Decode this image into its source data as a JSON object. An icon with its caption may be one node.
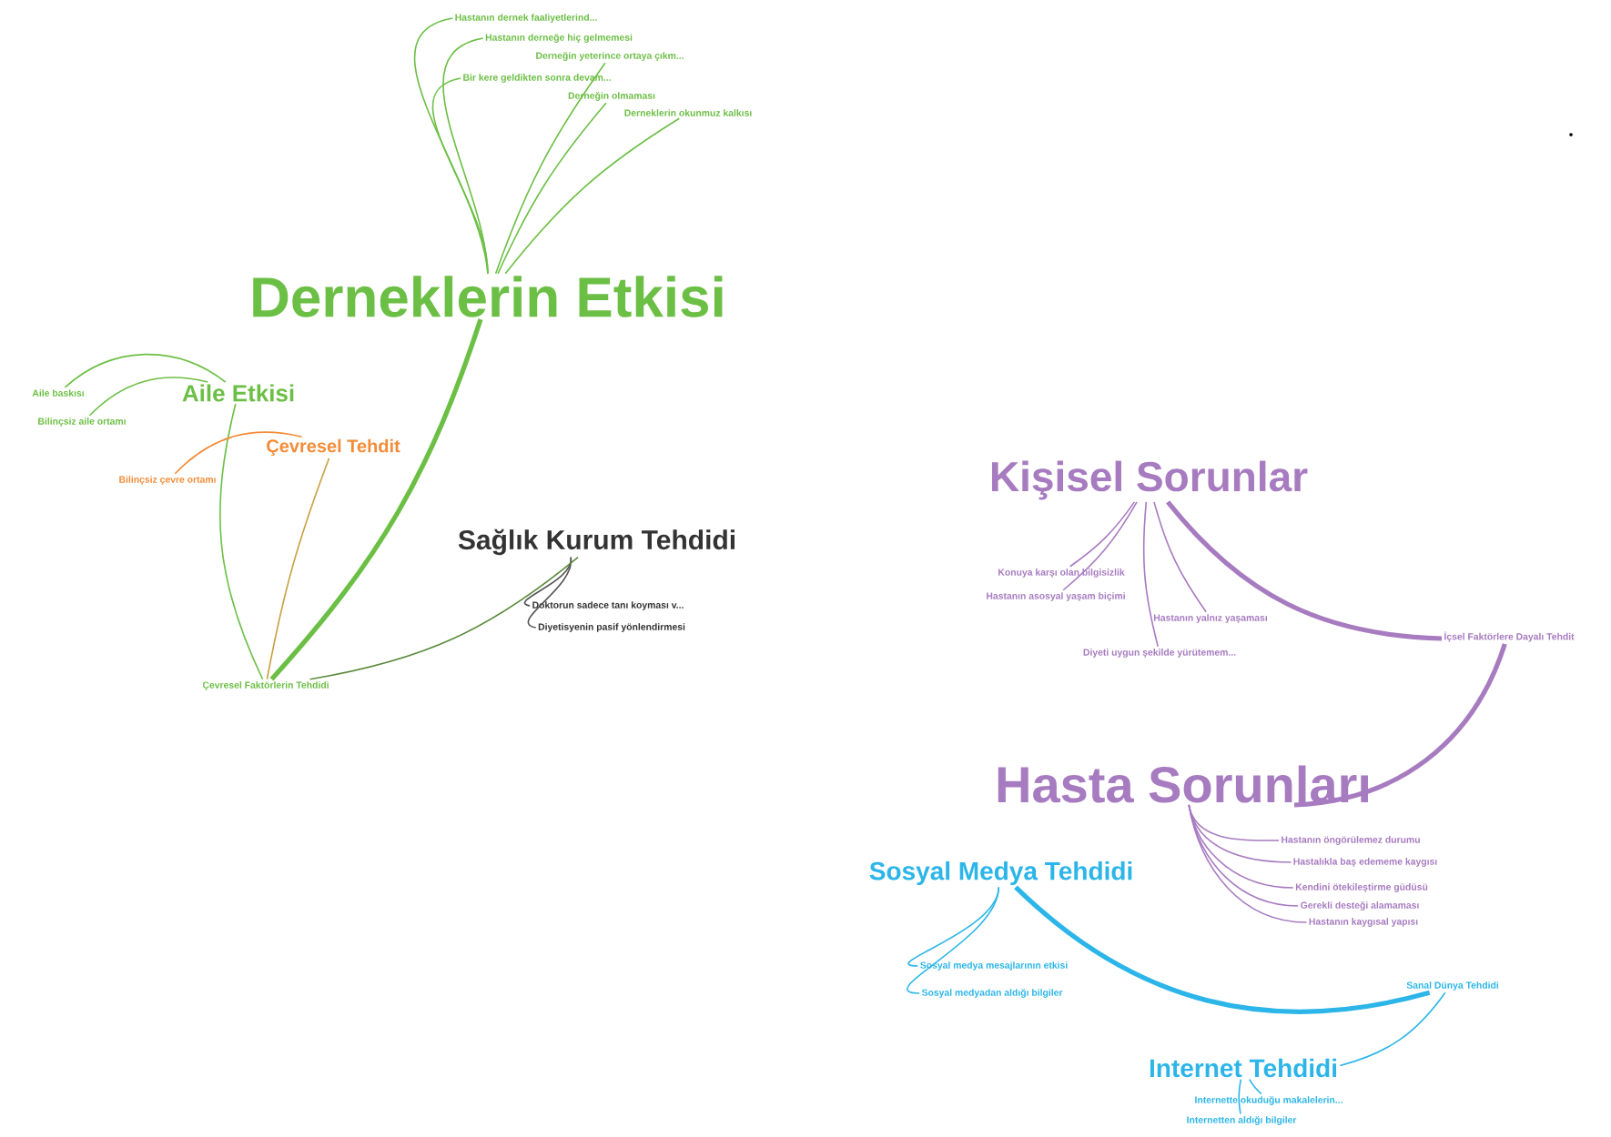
{
  "diagram": {
    "nodes": [
      {
        "text": [
          "Derneklerin Etkisi"
        ]
      },
      {
        "text": [
          "Hastanın dernek faaliyetlerind..."
        ]
      },
      {
        "text": [
          "Hastanın derneğe hiç gelmemesi"
        ]
      },
      {
        "text": [
          "Derneğin yeterince ortaya çıkm..."
        ]
      },
      {
        "text": [
          "Bir kere geldikten sonra devam..."
        ]
      },
      {
        "text": [
          "Derneğin olmaması"
        ]
      },
      {
        "text": [
          "Derneklerin okunmuz kalkısı"
        ]
      },
      {
        "text": [
          "Aile Etkisi"
        ]
      },
      {
        "text": [
          "Aile baskısı"
        ]
      },
      {
        "text": [
          "Bilinçsiz aile ortamı"
        ]
      },
      {
        "text": [
          "Çevresel Tehdit"
        ]
      },
      {
        "text": [
          "Bilinçsiz çevre ortamı"
        ]
      },
      {
        "text": [
          "Sağlık Kurum Tehdidi"
        ]
      },
      {
        "text": [
          "Doktorun sadece tanı koyması v..."
        ]
      },
      {
        "text": [
          "Diyetisyenin pasif yönlendirmesi"
        ]
      },
      {
        "text": [
          "Çevresel Faktörlerin Tehdidi"
        ]
      },
      {
        "text": [
          "Kişisel Sorunlar"
        ]
      },
      {
        "text": [
          "Konuya karşı olan bilgisizlik"
        ]
      },
      {
        "text": [
          "Hastanın asosyal yaşam biçimi"
        ]
      },
      {
        "text": [
          "Hastanın yalnız yaşaması"
        ]
      },
      {
        "text": [
          "Diyeti uygun şekilde yürütemem..."
        ]
      },
      {
        "text": [
          "İçsel Faktörlere Dayalı Tehdit"
        ]
      },
      {
        "text": [
          "Hasta Sorunları"
        ]
      },
      {
        "text": [
          "Hastanın öngörülemez durumu"
        ]
      },
      {
        "text": [
          "Hastalıkla baş edememe kaygısı"
        ]
      },
      {
        "text": [
          "Kendini ötekileştirme güdüsü"
        ]
      },
      {
        "text": [
          "Gerekli desteği alamaması"
        ]
      },
      {
        "text": [
          "Hastanın kaygısal yapısı"
        ]
      },
      {
        "text": [
          "Sosyal Medya Tehdidi"
        ]
      },
      {
        "text": [
          "Sosyal medya mesajlarının etkisi"
        ]
      },
      {
        "text": [
          "Sosyal medyadan aldığı bilgiler"
        ]
      },
      {
        "text": [
          "Sanal Dünya Tehdidi"
        ]
      },
      {
        "text": [
          "Internet Tehdidi"
        ]
      },
      {
        "text": [
          "Internette okuduğu makalelerin..."
        ]
      },
      {
        "text": [
          "Internetten aldığı bilgiler"
        ]
      }
    ],
    "edges": [
      {
        "from": 1,
        "to": 0,
        "arrow": "none",
        "color": "#6cbf45"
      },
      {
        "from": 2,
        "to": 0,
        "arrow": "none",
        "color": "#6cbf45"
      },
      {
        "from": 3,
        "to": 0,
        "arrow": "none",
        "color": "#6cbf45"
      },
      {
        "from": 4,
        "to": 0,
        "arrow": "none",
        "color": "#6cbf45"
      },
      {
        "from": 5,
        "to": 0,
        "arrow": "none",
        "color": "#6cbf45"
      },
      {
        "from": 6,
        "to": 0,
        "arrow": "none",
        "color": "#6cbf45"
      },
      {
        "from": 0,
        "to": 15,
        "arrow": "none",
        "style": "thick",
        "color": "#6cbf45"
      },
      {
        "from": 8,
        "to": 7,
        "arrow": "none",
        "color": "#6cbf45"
      },
      {
        "from": 9,
        "to": 7,
        "arrow": "none",
        "color": "#6cbf45"
      },
      {
        "from": 7,
        "to": 15,
        "arrow": "none",
        "color": "#6cbf45"
      },
      {
        "from": 11,
        "to": 10,
        "arrow": "none",
        "color": "#f28c38"
      },
      {
        "from": 10,
        "to": 15,
        "arrow": "none",
        "color": "#c8a040"
      },
      {
        "from": 13,
        "to": 12,
        "arrow": "none",
        "color": "#555555"
      },
      {
        "from": 14,
        "to": 12,
        "arrow": "none",
        "color": "#555555"
      },
      {
        "from": 12,
        "to": 15,
        "arrow": "none",
        "color": "#5a8a3c"
      },
      {
        "from": 17,
        "to": 16,
        "arrow": "none",
        "color": "#a77bc0"
      },
      {
        "from": 18,
        "to": 16,
        "arrow": "none",
        "color": "#a77bc0"
      },
      {
        "from": 19,
        "to": 16,
        "arrow": "none",
        "color": "#a77bc0"
      },
      {
        "from": 20,
        "to": 16,
        "arrow": "none",
        "color": "#a77bc0"
      },
      {
        "from": 16,
        "to": 21,
        "arrow": "none",
        "style": "thick",
        "color": "#a77bc0"
      },
      {
        "from": 23,
        "to": 22,
        "arrow": "none",
        "color": "#a77bc0"
      },
      {
        "from": 24,
        "to": 22,
        "arrow": "none",
        "color": "#a77bc0"
      },
      {
        "from": 25,
        "to": 22,
        "arrow": "none",
        "color": "#a77bc0"
      },
      {
        "from": 26,
        "to": 22,
        "arrow": "none",
        "color": "#a77bc0"
      },
      {
        "from": 27,
        "to": 22,
        "arrow": "none",
        "color": "#a77bc0"
      },
      {
        "from": 22,
        "to": 21,
        "arrow": "none",
        "style": "thick",
        "color": "#a77bc0"
      },
      {
        "from": 29,
        "to": 28,
        "arrow": "none",
        "color": "#2bb5e8"
      },
      {
        "from": 30,
        "to": 28,
        "arrow": "none",
        "color": "#2bb5e8"
      },
      {
        "from": 28,
        "to": 31,
        "arrow": "none",
        "style": "thick",
        "color": "#2bb5e8"
      },
      {
        "from": 32,
        "to": 31,
        "arrow": "none",
        "color": "#2bb5e8"
      },
      {
        "from": 33,
        "to": 32,
        "arrow": "none",
        "color": "#2bb5e8"
      },
      {
        "from": 34,
        "to": 32,
        "arrow": "none",
        "color": "#2bb5e8"
      }
    ]
  }
}
